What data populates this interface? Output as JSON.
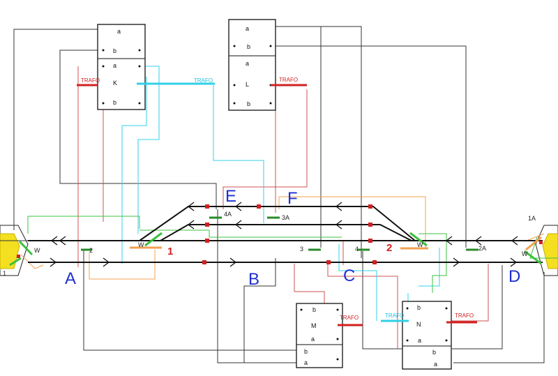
{
  "boxes": {
    "K": {
      "rows": [
        "a",
        "b",
        "a",
        "K",
        "b"
      ]
    },
    "L": {
      "rows": [
        "a",
        "b",
        "a",
        "L",
        "b"
      ]
    },
    "M": {
      "rows": [
        "b",
        "M",
        "a",
        "b",
        "a"
      ]
    },
    "N": {
      "rows": [
        "b",
        "N",
        "a",
        "b",
        "a"
      ]
    }
  },
  "trafo": {
    "text": "TRAFO"
  },
  "big_labels": {
    "A": "A",
    "B": "B",
    "C": "C",
    "D": "D",
    "E": "E",
    "F": "F"
  },
  "section_labels": {
    "s4A": "4A",
    "s3A": "3A",
    "s2": "2",
    "s3": "3",
    "s4": "4",
    "s2A": "2A",
    "s1A": "1A",
    "s1": "1"
  },
  "switch_labels": {
    "w_left": "W",
    "w_inner_left": "W",
    "w_inner_right": "W",
    "w_right": "W"
  },
  "block_numbers": {
    "n1": "1",
    "n2": "2"
  },
  "colors": {
    "red": "#d22020",
    "cyan": "#30d0e8",
    "green": "#3cc040",
    "orange": "#f0a050",
    "yellow": "#f4e020",
    "black": "#111111",
    "blue_label": "#1f2fd0"
  }
}
